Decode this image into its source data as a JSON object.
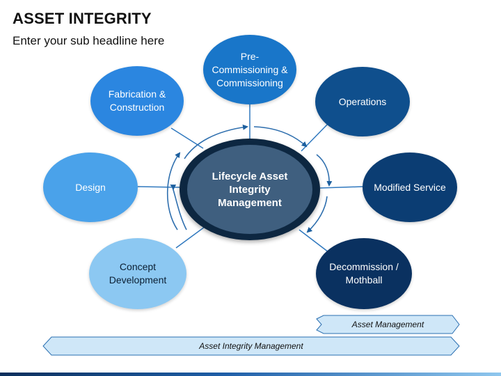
{
  "header": {
    "title": "ASSET INTEGRITY",
    "subtitle": "Enter your sub headline here"
  },
  "center": {
    "label": "Lifecycle Asset Integrity Management"
  },
  "nodes": {
    "pre_commissioning": "Pre-Commissioning & Commissioning",
    "fabrication": "Fabrication & Construction",
    "design": "Design",
    "concept": "Concept Development",
    "operations": "Operations",
    "modified_service": "Modified Service",
    "decommission": "Decommission / Mothball"
  },
  "bands": {
    "asset_management": "Asset Management",
    "asset_integrity_management": "Asset Integrity Management"
  },
  "colors": {
    "pre_commissioning": "#1976c9",
    "fabrication": "#2b86e0",
    "design": "#4aa2ea",
    "concept": "#8cc8f2",
    "operations": "#0f4f8d",
    "modified_service": "#0b3d73",
    "decommission": "#0a3160",
    "center_ring": "#0d2741",
    "center_fill": "#3f5f7f",
    "band_fill": "#cfe7f8",
    "band_stroke": "#2a6fb1"
  }
}
